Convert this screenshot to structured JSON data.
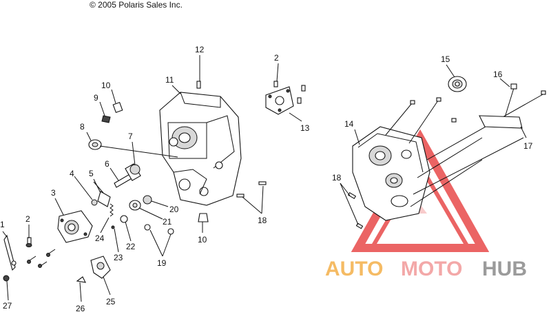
{
  "copyright": "© 2005 Polaris Sales Inc.",
  "watermark": {
    "part1": "AUTO",
    "part2": "MOTO",
    "part3": "HUB",
    "colors": {
      "auto": "#f4b04a",
      "moto": "#f29a9a",
      "hub": "#8a8a8a",
      "triangle": "#e84a4a"
    }
  },
  "callouts": [
    "1",
    "2",
    "2",
    "3",
    "4",
    "5",
    "6",
    "7",
    "8",
    "9",
    "10",
    "10",
    "11",
    "12",
    "13",
    "14",
    "15",
    "16",
    "17",
    "18",
    "18",
    "19",
    "20",
    "21",
    "22",
    "23",
    "24",
    "25",
    "26",
    "27"
  ]
}
